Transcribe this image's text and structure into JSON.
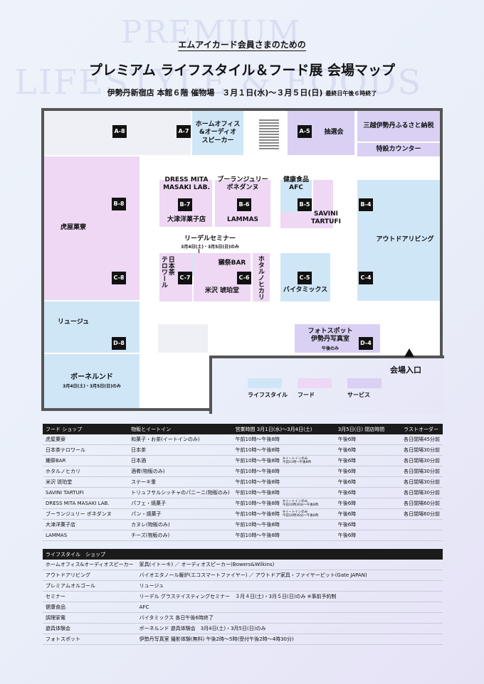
{
  "watermark": {
    "line1": "PREMIUM",
    "line2": "LIFESTYLE & FOODS"
  },
  "header": {
    "subtitle": "エムアイカード会員さまのための",
    "title": "プレミアム ライフスタイル＆フード展 会場マップ",
    "info": "伊勢丹新宿店 本館６階 催物場　３月１日(水)〜３月５日(日)",
    "info_note": "最終日午後６時終了"
  },
  "map": {
    "A8": "A-8",
    "A7": "A-7",
    "A5": "A-5",
    "homeoffice": "ホームオフィス\n&オーディオ\nスピーカー",
    "lottery": "抽選会",
    "furusato": "三越伊勢丹ふるさと納税",
    "tokusetsu": "特設カウンター",
    "B8": "B-8",
    "C8": "C-8",
    "D8": "D-8",
    "toraya": "虎屋菓寮",
    "luge": "リュージュ",
    "borlund": "ボーネルンド",
    "borlund_note": "3月4日(土)・3月5日(日)のみ",
    "B7": "B-7",
    "B6": "B-6",
    "B5": "B-5",
    "B4": "B-4",
    "dress": "DRESS MITA\nMASAKI LAB.",
    "daitsu": "大津洋菓子店",
    "boulangerie": "ブーランジュリー\nボネダンヌ",
    "lammas": "LAMMAS",
    "kenko": "健康食品\nAFC",
    "savini": "SAVINI\nTARTUFI",
    "outdoor": "アウトドアリビング",
    "riedel": "リーデルセミナー",
    "riedel_note": "3月4日(土)・3月5日(日)のみ",
    "C7": "C-7",
    "C6": "C-6",
    "C5": "C-5",
    "C4": "C-4",
    "nihoncha": "日本茶\nテロワール",
    "dassai": "獺祭BAR",
    "kohakudo": "米沢 琥珀堂",
    "hotaru": "ホタルノヒカリ",
    "balmuda": "バイタミックス",
    "photo": "フォトスポット\n伊勢丹写真室",
    "photo_note": "午後のみ",
    "D4": "D-4",
    "entrance": "会場入口"
  },
  "legend": {
    "life": "ライフスタイル",
    "food": "フード",
    "svc": "サービス",
    "colors": {
      "life": "#cfe6f7",
      "food": "#eed8f4",
      "svc": "#d9d0f3"
    }
  },
  "food_table": {
    "headers": [
      "フード ショップ",
      "物販とイートイン",
      "営業時間 3月1日(水)〜3月4日(土)",
      "3月5日(日) 閉店時間",
      "ラストオーダー"
    ],
    "rows": [
      {
        "shop": "虎屋菓寮",
        "type": "和菓子・お茶(イートインのみ)",
        "hours": "午前10時〜午後8時",
        "hnote": "",
        "close": "午後6時",
        "lo": "各日閉場45分前"
      },
      {
        "shop": "日本茶テロワール",
        "type": "日本茶",
        "hours": "午前10時〜午後8時",
        "hnote": "",
        "close": "午後6時",
        "lo": "各日閉場30分前"
      },
      {
        "shop": "獺祭BAR",
        "type": "日本酒",
        "hours": "午前10時〜午後8時",
        "hnote": "※イートインのみ\n午前11時〜午後8時",
        "close": "午後6時",
        "lo": "各日閉場30分前"
      },
      {
        "shop": "ホタルノヒカリ",
        "type": "酒肴(物販のみ)",
        "hours": "午前10時〜午後8時",
        "hnote": "",
        "close": "午後6時",
        "lo": "各日閉場30分前"
      },
      {
        "shop": "米沢 琥珀堂",
        "type": "ステーキ重",
        "hours": "午前10時〜午後8時",
        "hnote": "",
        "close": "午後6時",
        "lo": "各日閉場30分前"
      },
      {
        "shop": "SAVINI TARTUFI",
        "type": "トリュフサルシッチャのパニーニ(物販のみ)",
        "hours": "午前10時〜午後8時",
        "hnote": "",
        "close": "午後6時",
        "lo": "各日閉場30分前"
      },
      {
        "shop": "DRESS MITA MASAKI LAB.",
        "type": "パフェ・焼菓子",
        "hours": "午前10時〜午後8時",
        "hnote": "※イートインのみ\n午前10時30分〜午後8時",
        "close": "午後6時",
        "lo": "各日閉場60分前"
      },
      {
        "shop": "ブーランジュリー ボネダンヌ",
        "type": "パン・焼菓子",
        "hours": "午前10時〜午後8時",
        "hnote": "※イートインのみ\n午前10時30分〜午後8時",
        "close": "午後6時",
        "lo": "各日閉場60分前"
      },
      {
        "shop": "大津洋菓子店",
        "type": "カヌレ(物販のみ)",
        "hours": "午前10時〜午後8時",
        "hnote": "",
        "close": "午後6時",
        "lo": ""
      },
      {
        "shop": "LAMMAS",
        "type": "チーズ(物販のみ)",
        "hours": "午前10時〜午後8時",
        "hnote": "",
        "close": "午後6時",
        "lo": ""
      }
    ]
  },
  "life_table": {
    "headers": [
      "ライフスタイル　ショップ",
      ""
    ],
    "rows": [
      {
        "shop": "ホームオフィス&オーディオスピーカー",
        "desc": "家具(イトーキ) ／ オーディオスピーカー(Bowers&Wilkins)"
      },
      {
        "shop": "アウトドアリビング",
        "desc": "バイオエタノール暖炉(エコスマートファイヤー) ／ アウトドア家具・ファイヤーピット(Gate JAPAN)"
      },
      {
        "shop": "プレミアムオルゴール",
        "desc": "リュージュ"
      },
      {
        "shop": "セミナー",
        "desc": "リーデル グラステイスティングセミナー　３月４日(土)・3月５日(日)のみ ※事前予約制"
      },
      {
        "shop": "健康食品",
        "desc": "AFC"
      },
      {
        "shop": "調理家電",
        "desc": "バイタミックス 各日午後6時終了"
      },
      {
        "shop": "遊具体験会",
        "desc": "ボーネルンド 遊具体験会　3月4日(土)・3月5日(日)のみ"
      },
      {
        "shop": "フォトスポット",
        "desc": "伊勢丹写真室 撮影体験(無料) 午後2時〜5時(受付午後2時〜4時30分)"
      }
    ]
  }
}
